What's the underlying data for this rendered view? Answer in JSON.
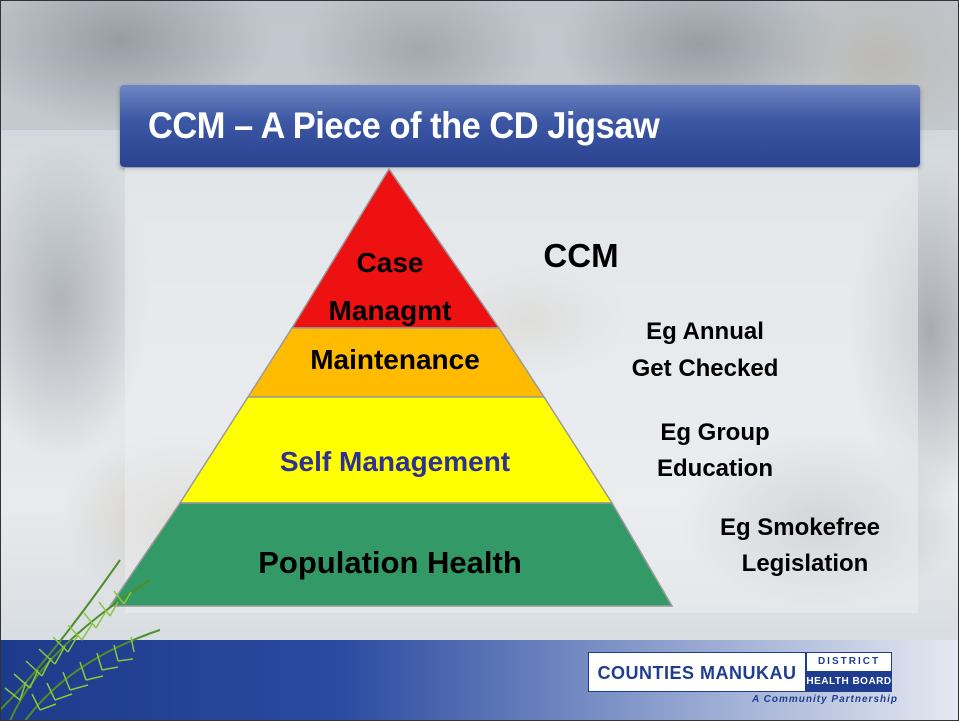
{
  "slide": {
    "title": "CCM – A Piece of the CD Jigsaw"
  },
  "pyramid": {
    "tiers": [
      {
        "label_line1": "Case",
        "label_line2": "Managmt",
        "fill": "#ee1111",
        "text_color": "#000000"
      },
      {
        "label": "Maintenance",
        "fill": "#ffbb00",
        "text_color": "#000000"
      },
      {
        "label": "Self Management",
        "fill": "#ffff00",
        "text_color": "#2e3192"
      },
      {
        "label": "Population Health",
        "fill": "#339966",
        "text_color": "#000000"
      }
    ],
    "side_labels": {
      "top": "CCM",
      "maintenance_line1": "Eg Annual",
      "maintenance_line2": "Get Checked",
      "self_line1": "Eg Group",
      "self_line2": "Education",
      "population_line1": "Eg Smokefree",
      "population_line2": "Legislation"
    }
  },
  "logo": {
    "main": "COUNTIES MANUKAU",
    "district": "DISTRICT",
    "health_board": "HEALTH BOARD",
    "tagline": "A Community Partnership"
  },
  "colors": {
    "title_bar": "#3b56a3",
    "footer_start": "#1e3a8a",
    "brand_blue": "#1f3d8f"
  }
}
